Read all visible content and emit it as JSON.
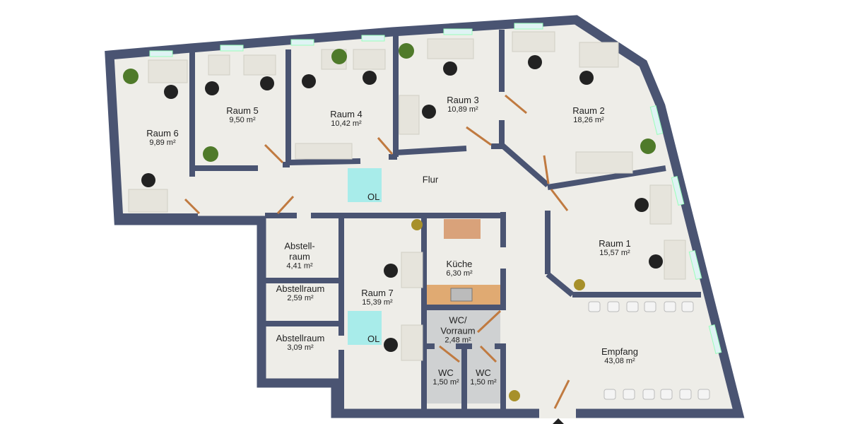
{
  "colors": {
    "wall": "#4a5472",
    "floor": "#eeede8",
    "tile": "#c9cbcc",
    "kitchen": "#e0aa72",
    "glass": "#a8ecea",
    "chair": "#222222"
  },
  "rooms": [
    {
      "name": "Raum 6",
      "area": "9,89 m²"
    },
    {
      "name": "Raum 5",
      "area": "9,50 m²"
    },
    {
      "name": "Raum 4",
      "area": "10,42 m²"
    },
    {
      "name": "Raum 3",
      "area": "10,89 m²"
    },
    {
      "name": "Raum 2",
      "area": "18,26 m²"
    },
    {
      "name": "Flur",
      "area": ""
    },
    {
      "name": "Raum 1",
      "area": "15,57 m²"
    },
    {
      "name": "Abstell-\nraum",
      "area": "4,41 m²"
    },
    {
      "name": "Abstellraum",
      "area": "2,59 m²"
    },
    {
      "name": "Abstellraum",
      "area": "3,09 m²"
    },
    {
      "name": "Raum 7",
      "area": "15,39 m²"
    },
    {
      "name": "Küche",
      "area": "6,30 m²"
    },
    {
      "name": "WC/\nVorraum",
      "area": "2,48 m²"
    },
    {
      "name": "WC",
      "area": "1,50 m²"
    },
    {
      "name": "WC",
      "area": "1,50 m²"
    },
    {
      "name": "Empfang",
      "area": "43,08 m²"
    }
  ],
  "skylights": [
    "OL",
    "OL"
  ]
}
